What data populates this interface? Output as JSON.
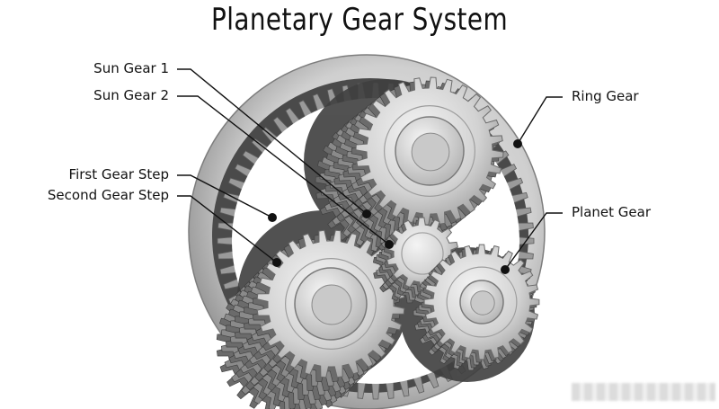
{
  "title": "Planetary Gear System",
  "labels": {
    "sun_gear_1": "Sun Gear 1",
    "sun_gear_2": "Sun Gear 2",
    "first_gear_step": "First Gear Step",
    "second_gear_step": "Second Gear Step",
    "ring_gear": "Ring Gear",
    "planet_gear": "Planet Gear"
  },
  "colors": {
    "metal_light": "#e4e4e4",
    "metal_mid": "#b9b9b9",
    "metal_dark": "#6f6f6f",
    "shadow": "#3a3a3a",
    "text": "#111111"
  }
}
